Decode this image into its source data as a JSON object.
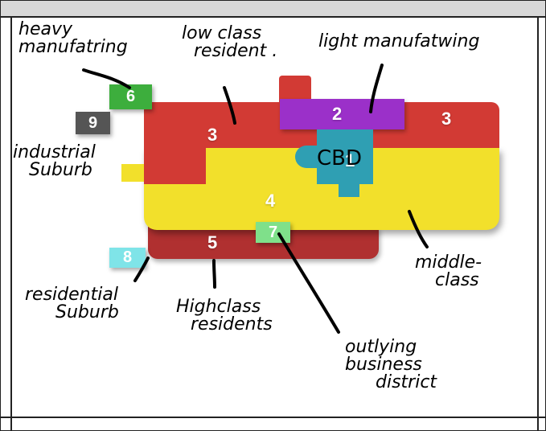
{
  "zones": {
    "z1": "1",
    "z2": "2",
    "z3a": "3",
    "z3b": "3",
    "z4": "4",
    "z5": "5",
    "z6": "6",
    "z7": "7",
    "z8": "8",
    "z9": "9"
  },
  "annotations": {
    "heavy_manufacturing": [
      "heavy",
      "manufatring"
    ],
    "low_class_resident": [
      "low class",
      "resident ."
    ],
    "light_manufacturing": [
      "light manufatwing"
    ],
    "cbd": "CBD",
    "industrial_suburb": [
      "industrial",
      "Suburb"
    ],
    "middle_class": [
      "middle-",
      "class"
    ],
    "residential_suburb": [
      "residential",
      "Suburb"
    ],
    "high_class_residents": [
      "Highclass",
      "residents"
    ],
    "outlying_business_district": [
      "outlying",
      "business",
      "district"
    ]
  },
  "colors": {
    "red": "#d23a34",
    "dark_red": "#b03030",
    "yellow": "#f2e02b",
    "purple": "#9b30c9",
    "teal": "#2f9fb3",
    "green": "#3dae3d",
    "light_green": "#7fe08a",
    "gray": "#555555",
    "cyan": "#7fe4e8"
  }
}
